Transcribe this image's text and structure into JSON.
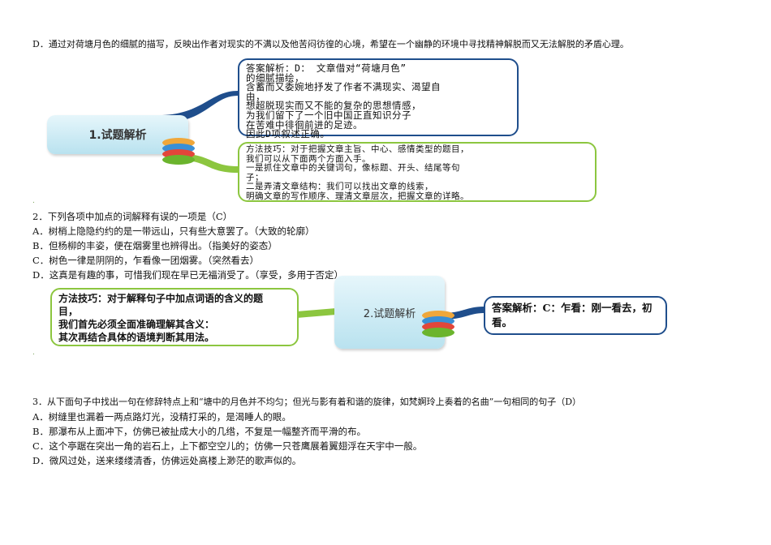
{
  "q1_option_d": "D．通过对荷塘月色的细腻的描写，反映出作者对现实的不满以及他苦闷彷徨的心境，希望在一个幽静的环境中寻找精神解脱而又无法解脱的矛盾心理。",
  "map1": {
    "topic": "1.试题解析",
    "answer_lines": [
      "答案解析：D： 文章借对“荷塘月色”",
      "的细腻描绘，",
      "含蓄而又委婉地抒发了作者不满现实、渴望自",
      "由，",
      "想超脱现实而又不能的复杂的思想情感，",
      "为我们留下了一个旧中国正直知识分子",
      "在苦难中徘徊前进的足迹。",
      "因此D项叙述正确。"
    ],
    "method_lines": [
      "方法技巧：对于把握文章主旨、中心、感情类型的题目，",
      "我们可以从下面两个方面入手。",
      "一是抓住文章中的关键词句，像标题、开头、结尾等句",
      "子；",
      "二是弄清文章结构：我们可以找出文章的线索，",
      "明确文章的写作顺序、理清文章层次，把握文章的详略。"
    ]
  },
  "q2": {
    "stem": "2．下列各项中加点的词解释有误的一项是（C）",
    "options": [
      "A．树梢上隐隐约约的是一带远山，只有些大意罢了。（大致的轮廓）",
      "B．但杨柳的丰姿，便在烟雾里也辨得出。（指美好的姿态）",
      "C．树色一律是阴阴的，乍看像一团烟雾。（突然看去）",
      "D．这真是有趣的事，可惜我们现在早已无福消受了。（享受，多用于否定）"
    ]
  },
  "map2": {
    "topic": "2.试题解析",
    "method_lines": [
      "方法技巧：对于解释句子中加点词语的含义的题",
      "目，",
      "我们首先必须全面准确理解其含义：",
      "其次再结合具体的语境判断其用法。"
    ],
    "answer_lines": [
      "答案解析：C：乍看：刚一看去，初",
      "看。"
    ]
  },
  "q3": {
    "stem": "3．从下面句子中找出一句在修辞特点上和“塘中的月色并不均匀；但光与影有着和谐的旋律，如梵婀玲上奏着的名曲”一句相同的句子（D）",
    "options": [
      "A．树缝里也漏着一两点路灯光，没精打采的，是渴睡人的眼。",
      "B．那瀑布从上面冲下，仿佛已被扯成大小的几绺，不复是一幅整齐而平滑的布。",
      "C．这个亭踞在突出一角的岩石上，上下都空空儿的；仿佛一只苍鹰展着翼翅浮在天宇中一般。",
      "D．微风过处，送来缕缕清香，仿佛远处高楼上渺茫的歌声似的。"
    ]
  },
  "colors": {
    "green": "#8cc63f",
    "blue": "#1f4e8c",
    "topic": "#c4e8f3"
  }
}
